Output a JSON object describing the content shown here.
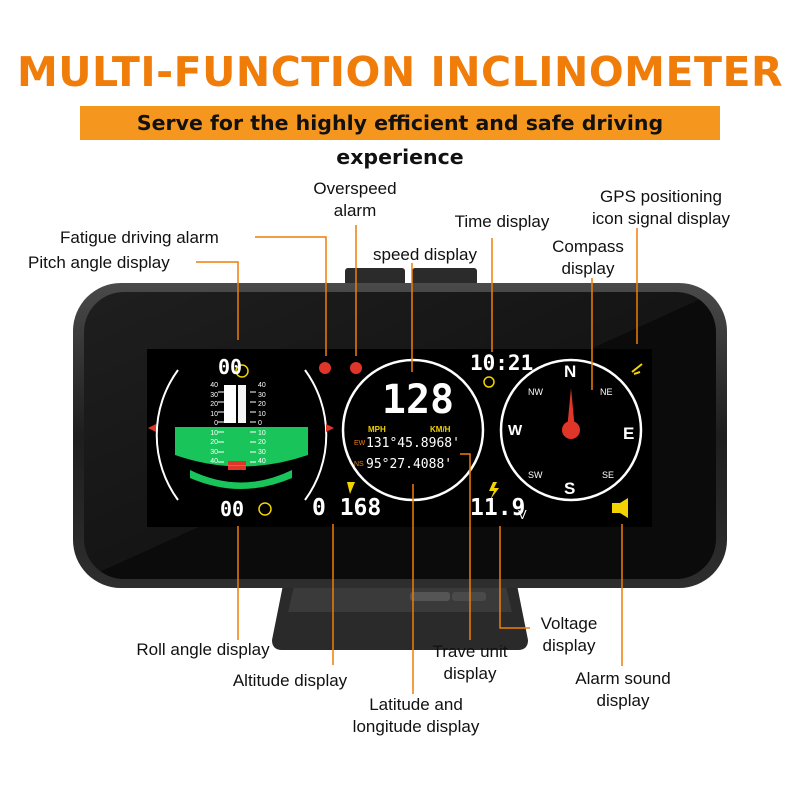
{
  "header": {
    "title": "MULTI-FUNCTION INCLINOMETER",
    "subtitle": "Serve for the highly efficient and safe driving experience"
  },
  "callouts": {
    "overspeed_1": "Overspeed",
    "overspeed_2": "alarm",
    "gps_1": "GPS positioning",
    "gps_2": "icon signal display",
    "time": "Time display",
    "fatigue": "Fatigue driving alarm",
    "speed": "speed display",
    "compass_1": "Compass",
    "compass_2": "display",
    "pitch": "Pitch angle display",
    "roll": "Roll angle display",
    "altitude": "Altitude display",
    "travel_1": "Trave unit",
    "travel_2": "display",
    "voltage_1": "Voltage",
    "voltage_2": "display",
    "alarm_1": "Alarm sound",
    "alarm_2": "display",
    "latlon_1": "Latitude and",
    "latlon_2": "longitude display"
  },
  "screen": {
    "pitch_value": "00",
    "roll_value": "00",
    "speed_value": "128",
    "speed_unit_mph": "MPH",
    "speed_unit_kmh": "KM/H",
    "lat_prefix": "EW",
    "latitude": "131°45.8968'",
    "lon_prefix": "NS",
    "longitude": "95°27.4088'",
    "time": "10:21",
    "altitude": "0 168",
    "voltage": "11.9",
    "voltage_unit": "V",
    "compass_n": "N",
    "compass_s": "S",
    "compass_e": "E",
    "compass_w": "W",
    "compass_ne": "NE",
    "compass_nw": "NW",
    "compass_se": "SE",
    "compass_sw": "SW",
    "scale_left": [
      "40",
      "30",
      "20",
      "10",
      "0",
      "10",
      "20",
      "30",
      "40"
    ],
    "colors": {
      "accent": "#f07d0a",
      "green": "#19c55a",
      "red": "#e0362a",
      "yellow": "#f2d200"
    }
  }
}
